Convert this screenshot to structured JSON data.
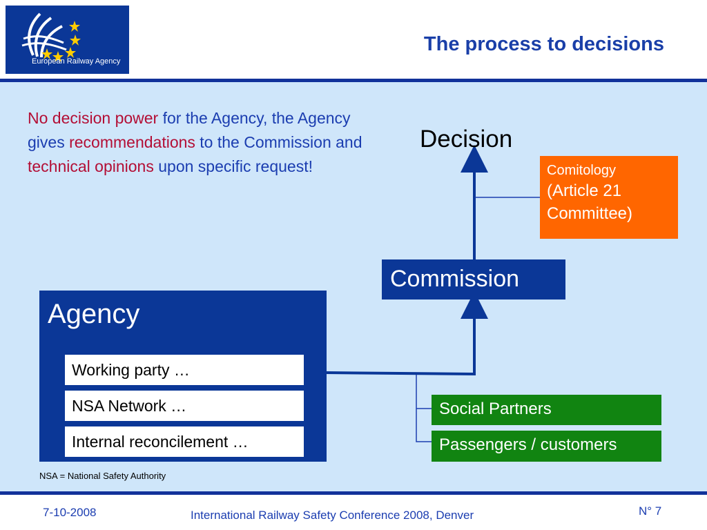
{
  "header": {
    "logo_text": "European Railway Agency",
    "title": "The process to decisions"
  },
  "intro": {
    "parts": [
      {
        "text": "No decision power",
        "highlight": true
      },
      {
        "text": " for the Agency, the Agency gives ",
        "highlight": false
      },
      {
        "text": "recommendations",
        "highlight": true
      },
      {
        "text": " to the Commission and ",
        "highlight": false
      },
      {
        "text": "technical opinions",
        "highlight": true
      },
      {
        "text": " upon specific request!",
        "highlight": false
      }
    ]
  },
  "diagram": {
    "decision": "Decision",
    "comitology": {
      "title": "Comitology",
      "description": "(Article 21 Committee)"
    },
    "commission": "Commission",
    "agency": {
      "label": "Agency",
      "items": [
        "Working party …",
        "NSA Network …",
        "Internal reconcilement …"
      ]
    },
    "stakeholders": [
      "Social Partners",
      "Passengers / customers"
    ],
    "footnote": "NSA = National Safety Authority"
  },
  "footer": {
    "date": "7-10-2008",
    "conference": "International Railway Safety Conference 2008, Denver",
    "page": "N° 7"
  },
  "colors": {
    "brand_blue": "#0b3797",
    "text_blue": "#1b3db0",
    "highlight_red": "#b30e35",
    "panel_bg": "#cfe6fa",
    "comitology_orange": "#ff6600",
    "stakeholder_green": "#118411"
  },
  "icons": [
    "era-logo-icon",
    "eu-star-icon"
  ]
}
